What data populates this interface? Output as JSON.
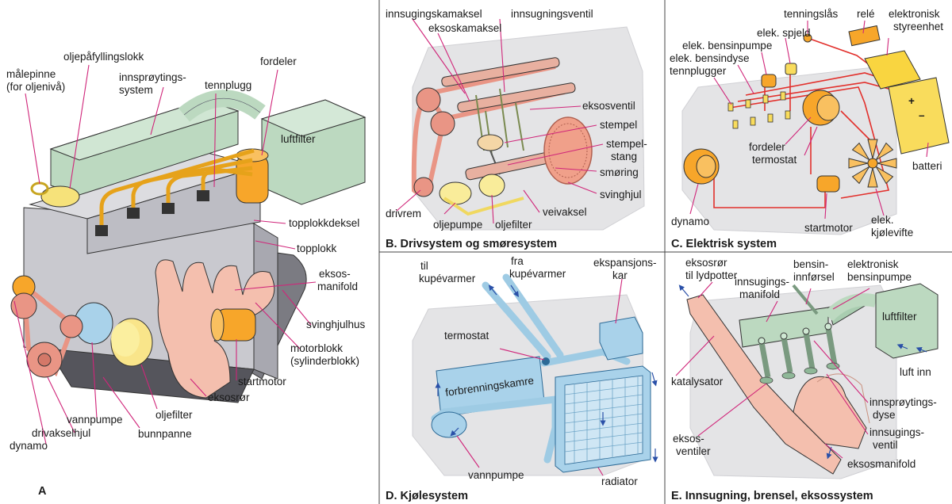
{
  "panels": {
    "a": {
      "letter": "A",
      "labels": {
        "malepinne_1": "målepinne",
        "malepinne_2": "(for oljenivå)",
        "oljepafyllingslokk": "oljepåfyllingslokk",
        "innsproytings_1": "innsprøytings-",
        "innsproytings_2": "system",
        "tennplugg": "tennplugg",
        "fordeler": "fordeler",
        "luftfilter": "luftfilter",
        "topplokkdeksel": "topplokkdeksel",
        "topplokk": "topplokk",
        "eksosmanifold_1": "eksos-",
        "eksosmanifold_2": "manifold",
        "svinghjulhus": "svinghjulhus",
        "motorblokk_1": "motorblokk",
        "motorblokk_2": "(sylinderblokk)",
        "startmotor": "startmotor",
        "eksosror": "eksosrør",
        "oljefilter": "oljefilter",
        "bunnpanne": "bunnpanne",
        "vannpumpe": "vannpumpe",
        "drivakselhjul": "drivakselhjul",
        "dynamo": "dynamo"
      }
    },
    "b": {
      "title": "B. Drivsystem og smøresystem",
      "labels": {
        "innsugingskamaksel": "innsugingskamaksel",
        "innsugningsventil": "innsugningsventil",
        "eksoskamaksel": "eksoskamaksel",
        "eksosventil": "eksosventil",
        "stempel": "stempel",
        "stempelstang_1": "stempel-",
        "stempelstang_2": "stang",
        "smoring": "smøring",
        "svinghjul": "svinghjul",
        "veiveaksel": "veivaksel",
        "oljefilter": "oljefilter",
        "oljepumpe": "oljepumpe",
        "drivrem": "drivrem"
      }
    },
    "c": {
      "title": "C. Elektrisk system",
      "labels": {
        "tenningslas": "tenningslås",
        "rele": "relé",
        "styreenhet_1": "elektronisk",
        "styreenhet_2": "styreenhet",
        "spjeld": "elek. spjeld",
        "bensinpumpe": "elek. bensinpumpe",
        "bensindyse": "elek. bensindyse",
        "tennplugger": "tennplugger",
        "fordeler": "fordeler",
        "termostat": "termostat",
        "batteri": "batteri",
        "dynamo": "dynamo",
        "startmotor": "startmotor",
        "kjolevifte_1": "elek.",
        "kjolevifte_2": "kjølevifte",
        "plus": "+",
        "minus": "–"
      }
    },
    "d": {
      "title": "D. Kjølesystem",
      "labels": {
        "til_1": "til",
        "til_2": "kupévarmer",
        "fra_1": "fra",
        "fra_2": "kupévarmer",
        "ekspansjon_1": "ekspansjons-",
        "ekspansjon_2": "kar",
        "termostat": "termostat",
        "forbrenningskamre": "forbrenningskamre",
        "vannpumpe": "vannpumpe",
        "radiator": "radiator"
      }
    },
    "e": {
      "title": "E. Innsugning, brensel, eksossystem",
      "labels": {
        "eksosror_1": "eksosrør",
        "eksosror_2": "til lydpotter",
        "innsugingsmanifold_1": "innsugings-",
        "innsugingsmanifold_2": "manifold",
        "bensininnforsel_1": "bensin-",
        "bensininnforsel_2": "innførsel",
        "bensinpumpe_1": "elektronisk",
        "bensinpumpe_2": "bensinpumpe",
        "luftfilter": "luftfilter",
        "luft_inn": "luft inn",
        "katalysator": "katalysator",
        "dyse_1": "innsprøytings-",
        "dyse_2": "dyse",
        "innsugingsventil_1": "innsugings-",
        "innsugingsventil_2": "ventil",
        "eksosventiler_1": "eksos-",
        "eksosventiler_2": "ventiler",
        "eksosmanifold": "eksosmanifold"
      }
    }
  },
  "colors": {
    "leader": "#d0267a",
    "block_gray": "#c9c9cf",
    "air_filter_green": "#bcd9c0",
    "yellow_part": "#f9dc5c",
    "orange_part": "#f7a62a",
    "belt_salmon": "#e99585",
    "exhaust_pink": "#f4bfae",
    "coolant_blue": "#a9d2ea",
    "wire_red": "#e2302c",
    "flow_arrow": "#2a50a8",
    "ghost_engine": "#e4e4e6"
  }
}
